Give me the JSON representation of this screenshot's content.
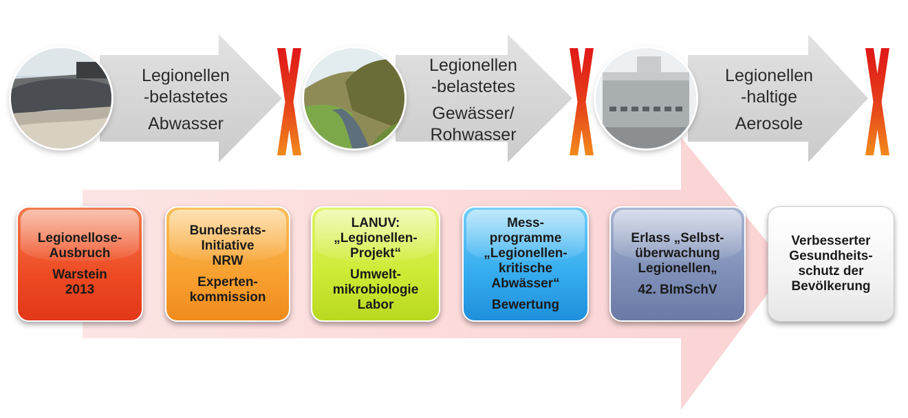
{
  "flow_arrows": [
    {
      "lines": [
        "Legionellen",
        "-belastetes",
        "Abwasser"
      ],
      "photo": "wastewater-basin-photo"
    },
    {
      "lines": [
        "Legionellen",
        "-belastetes",
        "Gewässer/",
        "Rohwasser"
      ],
      "photo": "stream-photo"
    },
    {
      "lines": [
        "Legionellen",
        "-haltige",
        "Aerosole"
      ],
      "photo": "cooling-tower-photo"
    }
  ],
  "barrier_marks": [
    "red-x-mark",
    "red-x-mark",
    "red-x-mark"
  ],
  "steps": [
    {
      "lines": [
        "Legionellose-",
        "Ausbruch",
        "",
        "Warstein",
        "2013"
      ],
      "color": "#f2552c"
    },
    {
      "lines": [
        "Bundesrats-",
        "Initiative",
        "NRW",
        "",
        "Experten-",
        "kommission"
      ],
      "color": "#f9a733"
    },
    {
      "lines": [
        "LANUV:",
        "„Legionellen-",
        "Projekt“",
        "",
        "Umwelt-",
        "mikrobiologie",
        "Labor"
      ],
      "color": "#d4ee3c"
    },
    {
      "lines": [
        "Mess-",
        "programme",
        "„Legionellen-",
        "kritische",
        "Abwässer“",
        "",
        "Bewertung"
      ],
      "color": "#38aef0"
    },
    {
      "lines": [
        "Erlass „Selbst-",
        "überwachung",
        "Legionellen„",
        "",
        "42. BImSchV"
      ],
      "color": "#8091b9"
    },
    {
      "lines": [
        "Verbesserter",
        "Gesundheits-",
        "schutz der",
        "Bevölkerung"
      ],
      "color": "#ffffff"
    }
  ],
  "colors": {
    "flow_arrow": "#d6d6d6",
    "background_arrow": "#fcdcdc",
    "x_mark_red": "#e02020",
    "x_mark_orange": "#f07a1a"
  }
}
